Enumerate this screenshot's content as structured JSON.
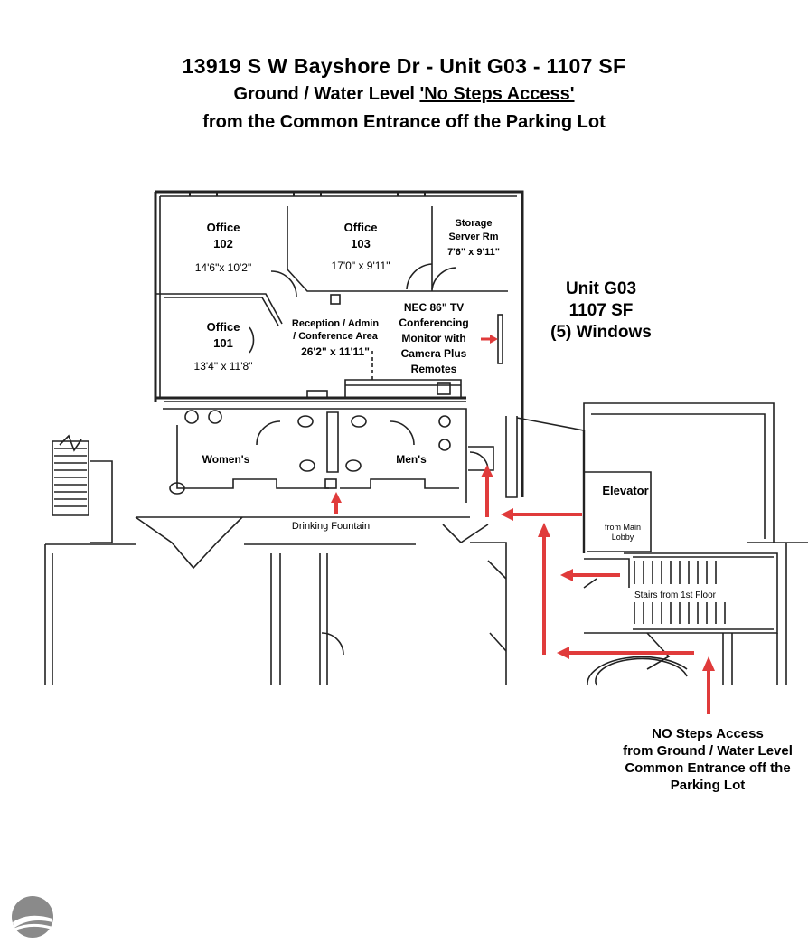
{
  "header": {
    "line1": "13919 S W Bayshore Dr - Unit G03 - 1107 SF",
    "line2_prefix": "Ground / Water Level ",
    "line2_underlined": "'No Steps Access'",
    "line3": "from the Common Entrance off the Parking Lot"
  },
  "rooms": {
    "office102": {
      "name": "Office",
      "number": "102",
      "size": "14'6\"x 10'2\""
    },
    "office103": {
      "name": "Office",
      "number": "103",
      "size": "17'0\" x 9'11\""
    },
    "storage": {
      "line1": "Storage",
      "line2": "Server Rm",
      "size": "7'6\" x 9'11\""
    },
    "office101": {
      "name": "Office",
      "number": "101",
      "size": "13'4\" x 11'8\""
    },
    "reception": {
      "line1": "Reception / Admin",
      "line2": "/ Conference Area",
      "size": "26'2\" x 11'11\""
    },
    "tv": {
      "line1": "NEC 86\" TV",
      "line2": "Conferencing",
      "line3": "Monitor with",
      "line4": "Camera Plus",
      "line5": "Remotes"
    },
    "womens": "Women's",
    "mens": "Men's",
    "fountain": "Drinking Fountain",
    "elevator": "Elevator",
    "lobby1": "from Main",
    "lobby2": "Lobby",
    "stairs": "Stairs from 1st Floor"
  },
  "unit_summary": {
    "line1": "Unit G03",
    "line2": "1107 SF",
    "line3": "(5) Windows"
  },
  "access_note": {
    "line1": "NO Steps Access",
    "line2": "from Ground / Water Level",
    "line3": "Common Entrance off the",
    "line4": "Parking Lot"
  },
  "colors": {
    "arrow": "#e03b3b",
    "wall": "#222222",
    "text": "#000000"
  },
  "logo_icon": "sunset-logo-icon"
}
